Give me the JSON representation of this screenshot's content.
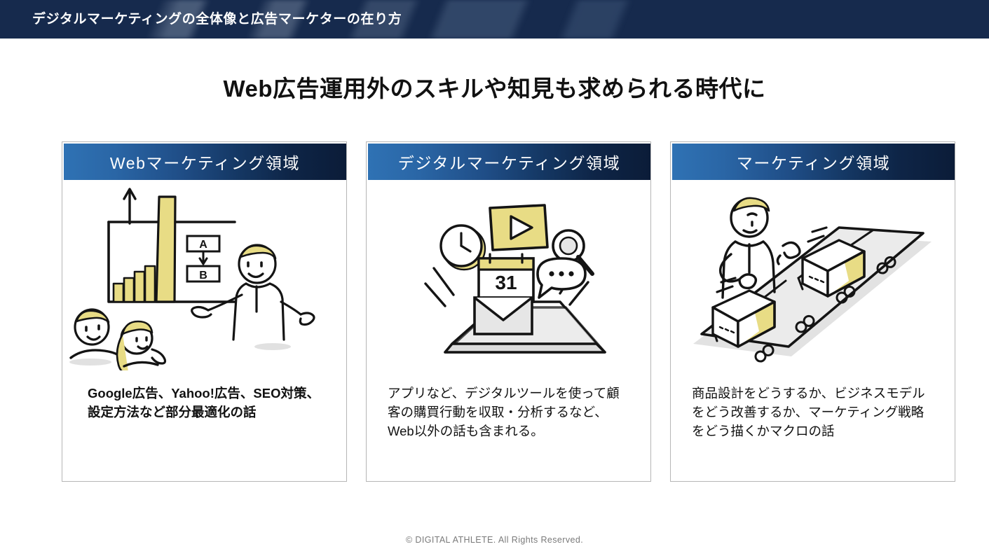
{
  "header": {
    "title": "デジタルマーケティングの全体像と広告マーケターの在り方",
    "background_color": "#162a4d"
  },
  "main": {
    "title": "Web広告運用外のスキルや知見も求められる時代に",
    "accent_yellow": "#e8dc85",
    "line_color": "#1a1a1a",
    "cards": [
      {
        "header_label": "Webマーケティング領域",
        "illustration_name": "presentation-bar-chart-illustration",
        "illustration_labels": {
          "box_top": "A",
          "box_bottom": "B"
        },
        "body_text": "Google広告、Yahoo!広告、SEO対策、設定方法など部分最適化の話"
      },
      {
        "header_label": "デジタルマーケティング領域",
        "illustration_name": "tablet-digital-icons-illustration",
        "illustration_labels": {
          "calendar_day": "31"
        },
        "body_text": "アプリなど、デジタルツールを使って顧客の購買行動を収取・分析するなど、Web以外の話も含まれる。"
      },
      {
        "header_label": "マーケティング領域",
        "illustration_name": "conveyor-belt-thinking-person-illustration",
        "illustration_labels": {},
        "body_text": "商品設計をどうするか、ビジネスモデルをどう改善するか、マーケティング戦略をどう描くかマクロの話"
      }
    ]
  },
  "footer": {
    "copyright": "© DIGITAL ATHLETE. All Rights Reserved."
  }
}
